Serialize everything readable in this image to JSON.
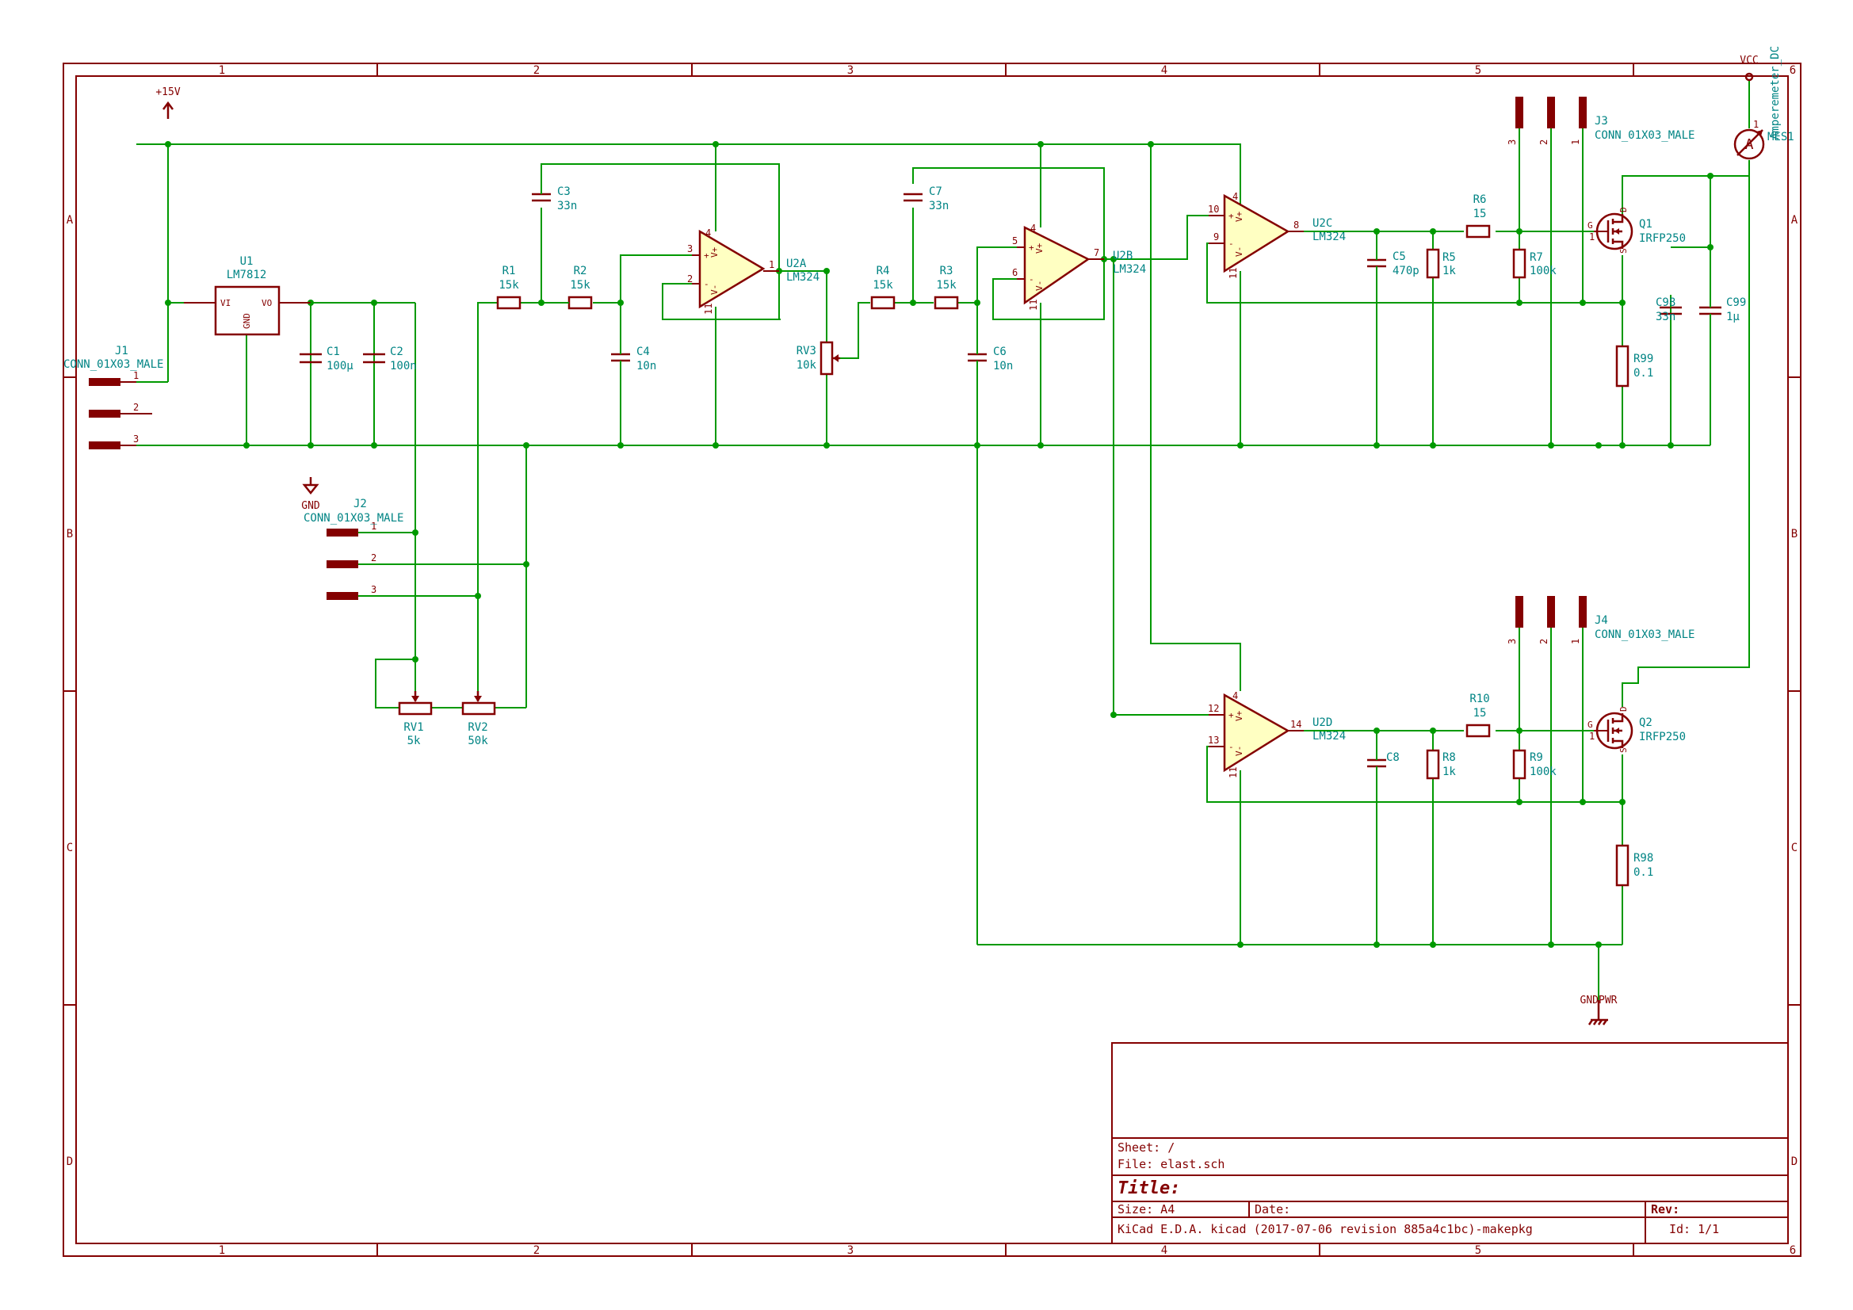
{
  "border": {
    "columns": [
      "1",
      "2",
      "3",
      "4",
      "5",
      "6"
    ],
    "rows": [
      "A",
      "B",
      "C",
      "D"
    ]
  },
  "title_block": {
    "sheet": "Sheet: /",
    "file": "File: elast.sch",
    "title": "Title:",
    "size": "Size: A4",
    "date": "Date:",
    "rev": "Rev:",
    "tool": "KiCad E.D.A.  kicad (2017-07-06 revision 885a4c1bc)-makepkg",
    "id": "Id: 1/1"
  },
  "power": {
    "p15v": "+15V",
    "gnd": "GND",
    "vcc": "VCC",
    "gndpwr": "GNDPWR"
  },
  "components": {
    "u1": {
      "ref": "U1",
      "value": "LM7812",
      "vi": "VI",
      "vo": "VO",
      "gnd": "GND"
    },
    "c1": {
      "ref": "C1",
      "value": "100µ"
    },
    "c2": {
      "ref": "C2",
      "value": "100n"
    },
    "c3": {
      "ref": "C3",
      "value": "33n"
    },
    "c4": {
      "ref": "C4",
      "value": "10n"
    },
    "c5": {
      "ref": "C5",
      "value": "470p"
    },
    "c6": {
      "ref": "C6",
      "value": "10n"
    },
    "c7": {
      "ref": "C7",
      "value": "33n"
    },
    "c8": {
      "ref": "C8",
      "value": ""
    },
    "c98": {
      "ref": "C98",
      "value": "33n"
    },
    "c99": {
      "ref": "C99",
      "value": "1µ"
    },
    "r1": {
      "ref": "R1",
      "value": "15k"
    },
    "r2": {
      "ref": "R2",
      "value": "15k"
    },
    "r3": {
      "ref": "R3",
      "value": "15k"
    },
    "r4": {
      "ref": "R4",
      "value": "15k"
    },
    "r5": {
      "ref": "R5",
      "value": "1k"
    },
    "r6": {
      "ref": "R6",
      "value": "15"
    },
    "r7": {
      "ref": "R7",
      "value": "100k"
    },
    "r8": {
      "ref": "R8",
      "value": "1k"
    },
    "r9": {
      "ref": "R9",
      "value": "100k"
    },
    "r10": {
      "ref": "R10",
      "value": "15"
    },
    "r98": {
      "ref": "R98",
      "value": "0.1"
    },
    "r99": {
      "ref": "R99",
      "value": "0.1"
    },
    "rv1": {
      "ref": "RV1",
      "value": "5k"
    },
    "rv2": {
      "ref": "RV2",
      "value": "50k"
    },
    "rv3": {
      "ref": "RV3",
      "value": "10k"
    },
    "u2a": {
      "ref": "U2A",
      "value": "LM324"
    },
    "u2b": {
      "ref": "U2B",
      "value": "LM324"
    },
    "u2c": {
      "ref": "U2C",
      "value": "LM324"
    },
    "u2d": {
      "ref": "U2D",
      "value": "LM324"
    },
    "q1": {
      "ref": "Q1",
      "value": "IRFP250"
    },
    "q2": {
      "ref": "Q2",
      "value": "IRFP250"
    },
    "j1": {
      "ref": "J1",
      "value": "CONN_01X03_MALE"
    },
    "j2": {
      "ref": "J2",
      "value": "CONN_01X03_MALE"
    },
    "j3": {
      "ref": "J3",
      "value": "CONN_01X03_MALE"
    },
    "j4": {
      "ref": "J4",
      "value": "CONN_01X03_MALE"
    },
    "mes1": {
      "ref": "MES1",
      "value": "Amperemeter_DC"
    }
  },
  "pin_numbers": {
    "one": "1",
    "two": "2",
    "three": "3",
    "four": "4",
    "five": "5",
    "six": "6",
    "seven": "7",
    "eight": "8",
    "nine": "9",
    "ten": "10",
    "eleven": "11",
    "twelve": "12",
    "thirteen": "13",
    "fourteen": "14"
  },
  "pin_names": {
    "vplus": "V+",
    "vminus": "V-",
    "plus": "+",
    "minus": "-",
    "g": "G",
    "d": "D",
    "s": "S",
    "a": "A"
  }
}
